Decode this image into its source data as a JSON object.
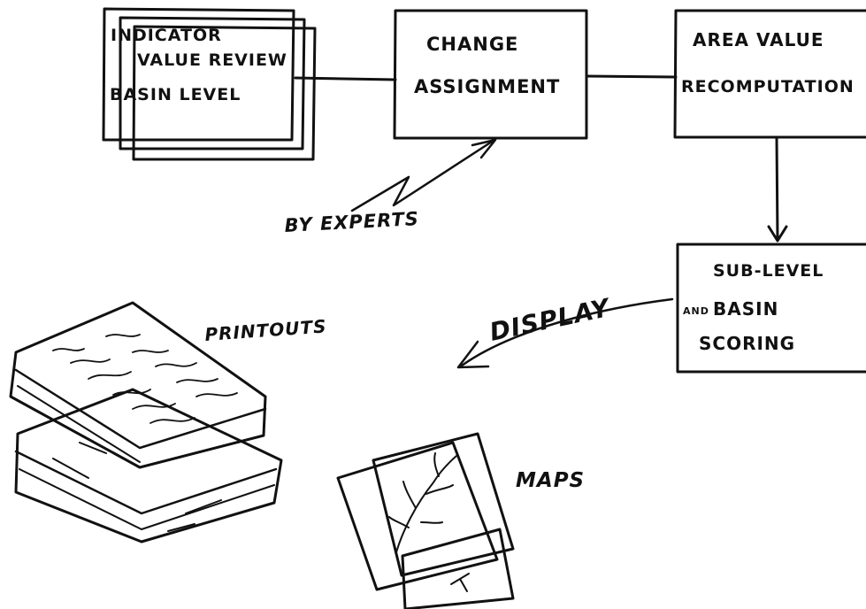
{
  "nodes": {
    "indicator": {
      "line1": "INDICATOR",
      "line2": "VALUE REVIEW",
      "line3": "BASIN LEVEL"
    },
    "change": {
      "line1": "CHANGE",
      "line2": "ASSIGNMENT"
    },
    "area": {
      "line1": "AREA VALUE",
      "line2": "RECOMPUTATION"
    },
    "scoring": {
      "line1": "SUB-LEVEL",
      "line2": "AND",
      "line3": "BASIN",
      "line4": "SCORING"
    }
  },
  "labels": {
    "by_experts": "BY EXPERTS",
    "display": "DISPLAY",
    "printouts": "PRINTOUTS",
    "maps": "MAPS"
  }
}
